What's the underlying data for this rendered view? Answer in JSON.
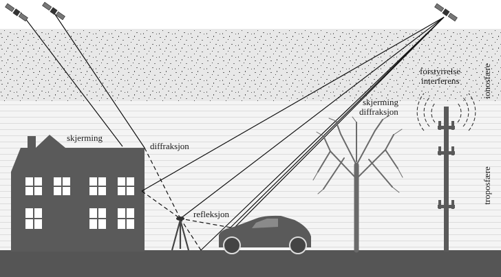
{
  "labels": {
    "shielding_house": "skjerming",
    "diffraction_roof": "diffraksjon",
    "reflection": "refleksjon",
    "shielding_tree": "skjerming",
    "diffraction_tree": "diffraksjon",
    "disturbance": "forstyrrelse",
    "interference": "interferens",
    "ionosphere": "ionosfære",
    "troposphere": "troposfære"
  },
  "colors": {
    "ionosphere_bg": "#e6e6e6",
    "troposphere_bg": "#f3f3f3",
    "buildings": "#5a5a5a",
    "ground": "#555555",
    "signal_line": "#111111"
  }
}
